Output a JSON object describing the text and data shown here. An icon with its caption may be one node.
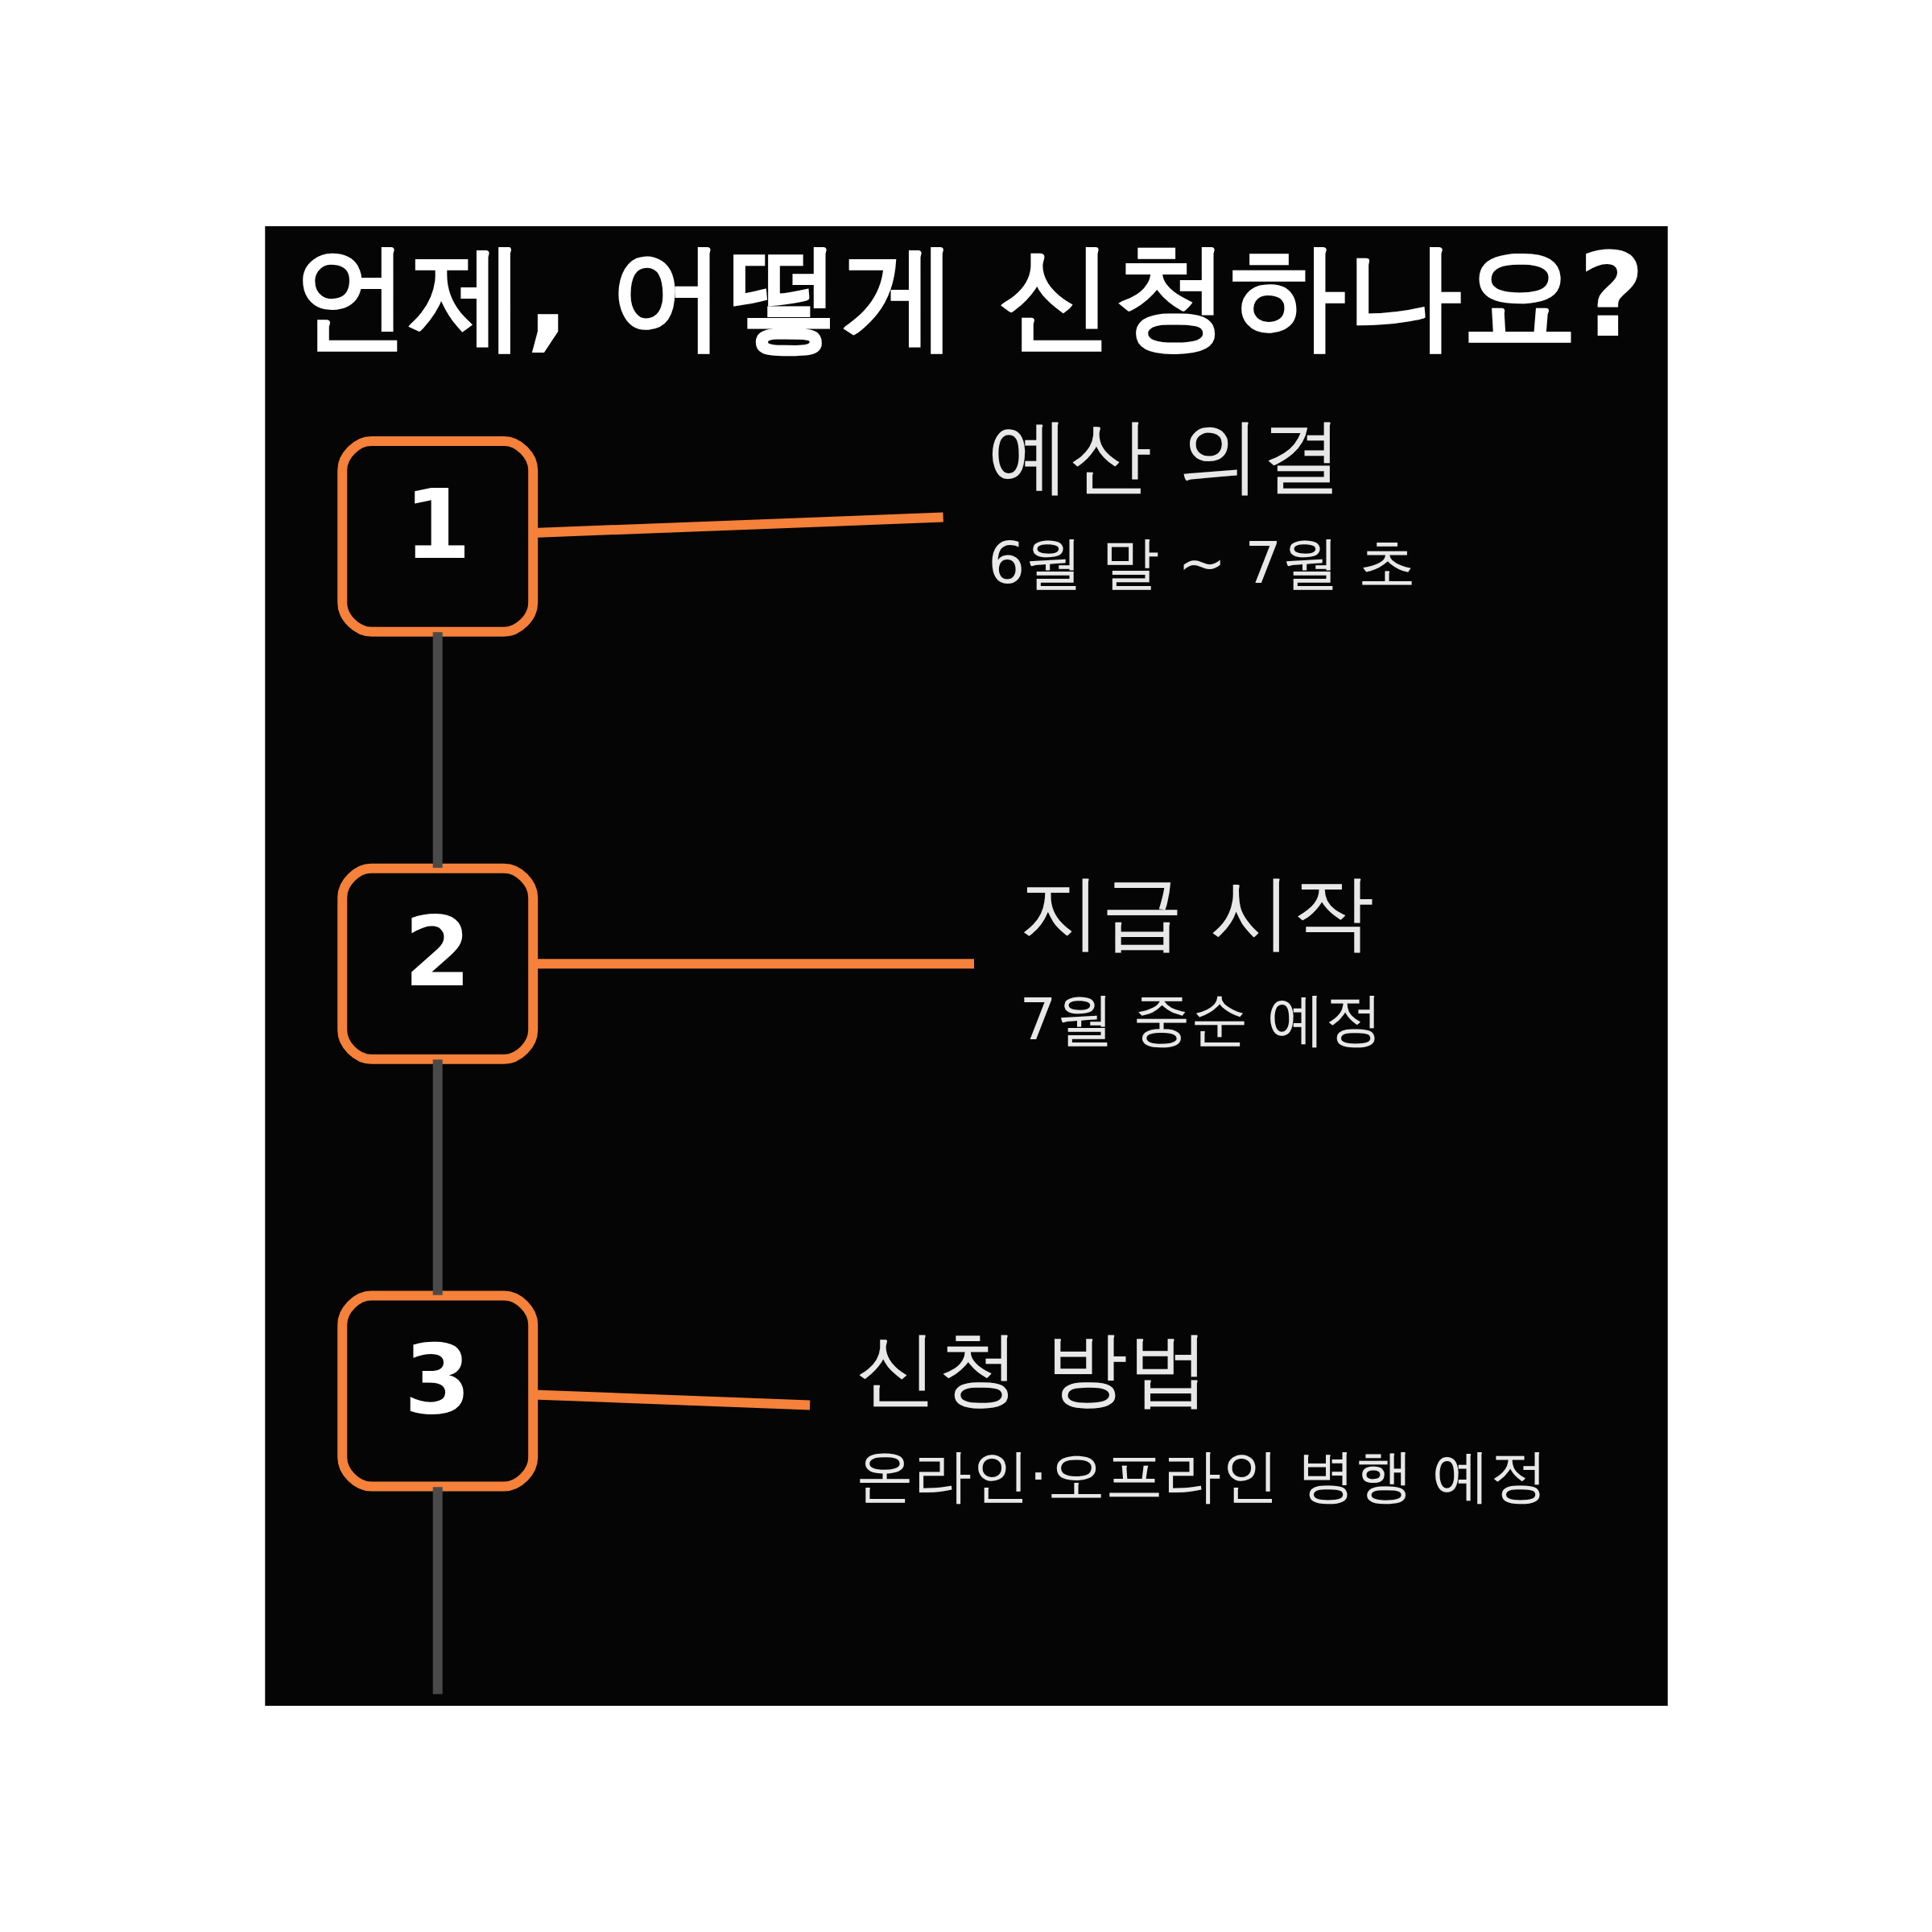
{
  "diagram": {
    "title": "언제, 어떻게 신청하나요?",
    "nodes": [
      {
        "text": [
          "1"
        ]
      },
      {
        "text": [
          "예산 의결",
          "6월 말 ~ 7월 초"
        ]
      },
      {
        "text": [
          "2"
        ]
      },
      {
        "text": [
          "지급 시작",
          "7월 중순 예정"
        ]
      },
      {
        "text": [
          "3"
        ]
      },
      {
        "text": [
          "신청 방법",
          "온라인·오프라인 병행 예정"
        ]
      }
    ],
    "edges": [
      {
        "from": 0,
        "to": 1,
        "arrow": "none",
        "color": "#f5813a"
      },
      {
        "from": 2,
        "to": 3,
        "arrow": "none",
        "color": "#f5813a"
      },
      {
        "from": 4,
        "to": 5,
        "arrow": "none",
        "color": "#f5813a"
      },
      {
        "from": 0,
        "to": 2,
        "arrow": "none",
        "color": "#4a4a4a"
      },
      {
        "from": 2,
        "to": 4,
        "arrow": "none",
        "color": "#4a4a4a"
      },
      {
        "from": 4,
        "to": null,
        "arrow": "none",
        "color": "#4a4a4a"
      }
    ]
  }
}
